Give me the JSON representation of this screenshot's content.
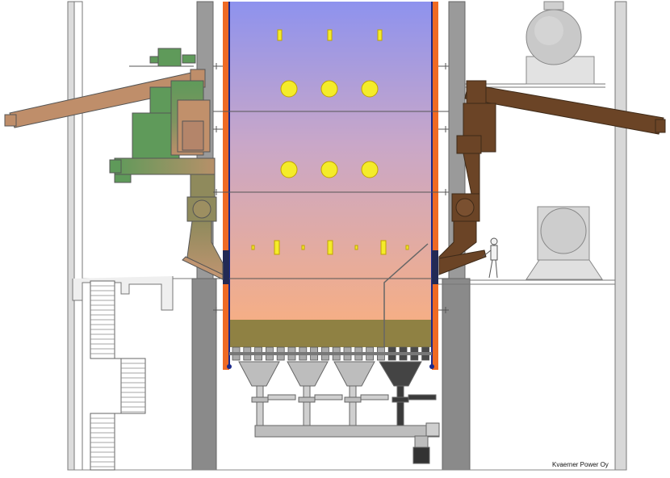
{
  "credit": "Kvaerner Power Oy",
  "colors": {
    "furnace_top": "#8e92ee",
    "furnace_mid": "#c9a7c8",
    "furnace_bottom": "#f5ae86",
    "bed": "#8f8143",
    "wall_stripe": "#ef6a24",
    "wall_edge": "#1c2a8c",
    "port": "#f4ec2a",
    "feeder_green": "#5f9a5a",
    "feeder_tan": "#bf8e6a",
    "feeder_brown": "#6b4426",
    "steel": "#a9a9a9",
    "column": "#8a8a8a"
  },
  "icons": {
    "left_fuel_feeder": "screw-conveyor-feeder",
    "right_fuel_feeder": "screw-conveyor-feeder",
    "ash_hoppers": "hopper",
    "person": "human-figure",
    "stairs": "staircase",
    "spherical_tank": "pressure-sphere",
    "fan_housing": "centrifugal-fan"
  }
}
